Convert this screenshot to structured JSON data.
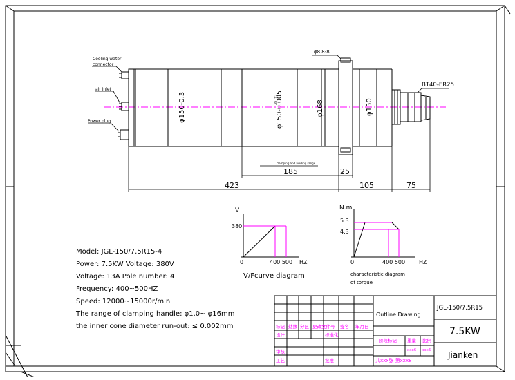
{
  "drawing": {
    "labels": {
      "cooling_water": "Cooling water",
      "connector": "connector",
      "air_inlet": "air inlet",
      "power_plug": "Power plug",
      "bolt": "φ8.8-8",
      "tool_holder": "BT40-ER25",
      "clamping_range": "clamping and holding range"
    },
    "dimensions": {
      "d150_a": "φ150-0.3",
      "d150_b": "φ150-0.005",
      "d150_b2": "-0.02",
      "d168": "φ168",
      "d150_c": "φ150",
      "len_185": "185",
      "len_25": "25",
      "len_423": "423",
      "len_105": "105",
      "len_75": "75"
    }
  },
  "specs": {
    "model": "Model: JGL-150/7.5R15-4",
    "power": "Power: 7.5KW  Voltage: 380V",
    "voltage": "Voltage: 13A  Pole number: 4",
    "frequency": "Frequency: 400~500HZ",
    "speed": "Speed: 12000~15000r/min",
    "clamping": "The range of clamping handle: φ1.0~ φ16mm",
    "runout": "the inner cone diameter run-out: ≤ 0.002mm"
  },
  "vf_chart": {
    "y_label": "V",
    "y_tick": "380",
    "x_origin": "0",
    "x_ticks": "400 500",
    "x_unit": "HZ",
    "caption": "V/Fcurve diagram"
  },
  "torque_chart": {
    "y_label": "N.m",
    "y_tick_high": "5.3",
    "y_tick_low": "4.3",
    "x_origin": "0",
    "x_ticks": "400 500",
    "x_unit": "HZ",
    "caption_1": "characteristic diagram",
    "caption_2": "of torque"
  },
  "title_block": {
    "drawing_type": "Outline Drawing",
    "part_no": "JGL-150/7.5R15",
    "power": "7.5KW",
    "company": "Jianken",
    "h_mark": "标记",
    "h_count": "处数",
    "h_zone": "分区",
    "h_doc": "更改文件号",
    "h_sign": "签名",
    "h_date": "年月日",
    "r_design": "设计",
    "r_std": "标准化",
    "r_stage": "阶段标记",
    "r_weight": "重量",
    "r_scale": "比例",
    "r_check": "审核",
    "r_process": "工艺",
    "r_approve": "批准",
    "weight_val": "xxx6",
    "scale_val": "xxx6",
    "sheets": "共xxx张 第xxx8"
  }
}
